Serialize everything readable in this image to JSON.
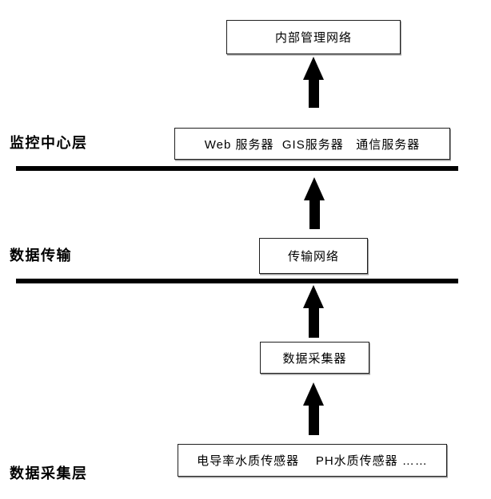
{
  "diagram": {
    "layer_labels": {
      "monitoring_center": "监控中心层",
      "data_transmission": "数据传输",
      "data_collection": "数据采集层"
    },
    "boxes": {
      "internal_network": "内部管理网络",
      "servers": "Web 服务器  GIS服务器   通信服务器",
      "transmission_network": "传输网络",
      "data_collector": "数据采集器",
      "sensors": "电导率水质传感器    PH水质传感器 ……"
    },
    "icons": {
      "arrows": [
        "up-arrow",
        "up-arrow",
        "up-arrow",
        "up-arrow"
      ]
    },
    "colors": {
      "background": "#ffffff",
      "text": "#000000",
      "box_border": "#1f1f1f",
      "box_shadow": "#9a9a9a",
      "arrow": "#000000",
      "divider": "#000000"
    }
  }
}
